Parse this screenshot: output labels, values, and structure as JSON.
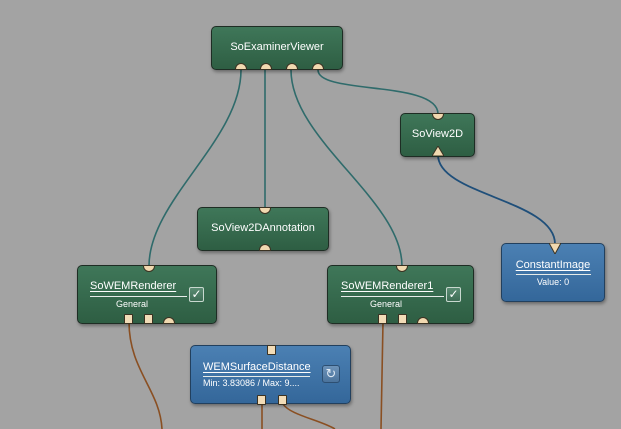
{
  "nodes": {
    "so_examiner_viewer": {
      "title": "SoExaminerViewer"
    },
    "so_view2d": {
      "title": "SoView2D"
    },
    "so_view2d_annotation": {
      "title": "SoView2DAnnotation"
    },
    "so_wem_renderer": {
      "title": "SoWEMRenderer",
      "subtitle": "General",
      "checked": "✓"
    },
    "so_wem_renderer1": {
      "title": "SoWEMRenderer1",
      "subtitle": "General",
      "checked": "✓"
    },
    "constant_image": {
      "title": "ConstantImage",
      "subtitle": "Value: 0"
    },
    "wem_surface_distance": {
      "title": "WEMSurfaceDistance",
      "subtitle": "Min: 3.83086 / Max: 9....",
      "refresh_icon": "↻"
    }
  },
  "colors": {
    "background": "#a3a3a3",
    "green_node": "#336448",
    "blue_node": "#3f73a6",
    "inventor_wire": "#2f6b6b",
    "image_wire": "#1f4f7a",
    "wem_wire": "#8a4f22"
  }
}
